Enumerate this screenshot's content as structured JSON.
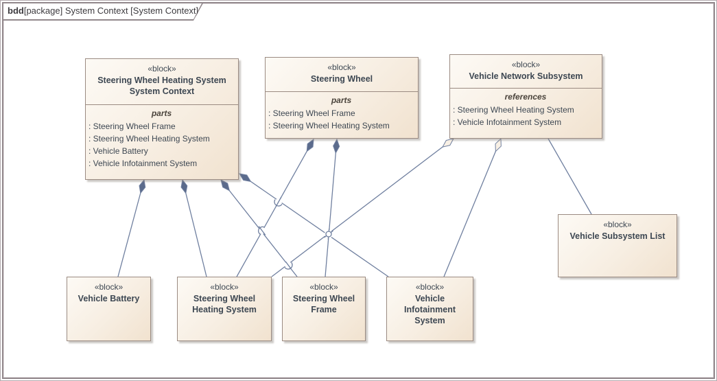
{
  "frame": {
    "title_keyword": "bdd",
    "title_rest": "[package] System Context [System Context]"
  },
  "blocks": [
    {
      "id": "swhs-system-context",
      "stereotype": "«block»",
      "name": "Steering Wheel Heating System System Context",
      "compartment": {
        "label": "parts",
        "items": [
          ": Steering Wheel Frame",
          ": Steering Wheel Heating System",
          ": Vehicle Battery",
          ": Vehicle Infotainment System"
        ]
      }
    },
    {
      "id": "steering-wheel",
      "stereotype": "«block»",
      "name": "Steering Wheel",
      "compartment": {
        "label": "parts",
        "items": [
          ": Steering Wheel Frame",
          ": Steering Wheel Heating System"
        ]
      }
    },
    {
      "id": "vehicle-network-subsystem",
      "stereotype": "«block»",
      "name": "Vehicle Network Subsystem",
      "compartment": {
        "label": "references",
        "items": [
          ": Steering Wheel Heating System",
          ": Vehicle Infotainment System"
        ]
      }
    },
    {
      "id": "vehicle-subsystem-list",
      "stereotype": "«block»",
      "name": "Vehicle Subsystem List"
    },
    {
      "id": "vehicle-battery",
      "stereotype": "«block»",
      "name": "Vehicle Battery"
    },
    {
      "id": "steering-wheel-heating-system",
      "stereotype": "«block»",
      "name": "Steering Wheel Heating System"
    },
    {
      "id": "steering-wheel-frame",
      "stereotype": "«block»",
      "name": "Steering Wheel Frame"
    },
    {
      "id": "vehicle-infotainment-system",
      "stereotype": "«block»",
      "name": "Vehicle Infotainment System"
    }
  ],
  "connectors": [
    {
      "type": "composition",
      "from": "swhs-system-context",
      "to": "vehicle-battery"
    },
    {
      "type": "composition",
      "from": "swhs-system-context",
      "to": "steering-wheel-heating-system"
    },
    {
      "type": "composition",
      "from": "swhs-system-context",
      "to": "steering-wheel-frame"
    },
    {
      "type": "composition",
      "from": "swhs-system-context",
      "to": "vehicle-infotainment-system"
    },
    {
      "type": "composition",
      "from": "steering-wheel",
      "to": "steering-wheel-heating-system"
    },
    {
      "type": "composition",
      "from": "steering-wheel",
      "to": "steering-wheel-frame"
    },
    {
      "type": "aggregation",
      "from": "vehicle-network-subsystem",
      "to": "steering-wheel-heating-system"
    },
    {
      "type": "aggregation",
      "from": "vehicle-network-subsystem",
      "to": "vehicle-infotainment-system"
    },
    {
      "type": "association",
      "from": "vehicle-network-subsystem",
      "to": "vehicle-subsystem-list"
    }
  ],
  "palette": {
    "box_fill_light": "#fdfaf5",
    "box_fill_dark": "#f1e2cf",
    "box_border": "#9a8a81",
    "connector": "#6f7f9f",
    "composition_diamond": "#5b6b8c",
    "aggregation_diamond_fill": "#f8f0e5",
    "frame_border": "#91878b",
    "text": "#3d4752"
  }
}
